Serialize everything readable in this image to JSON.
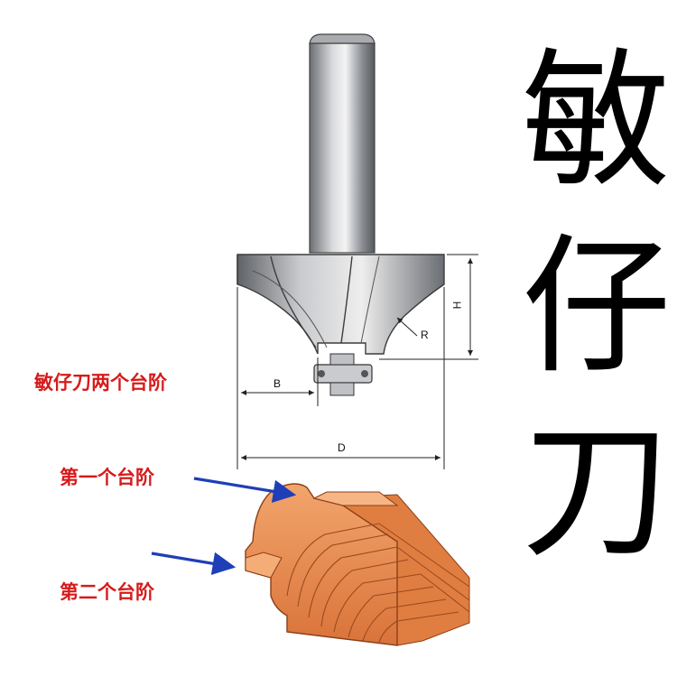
{
  "title_chars": [
    "敏",
    "仔",
    "刀"
  ],
  "labels": {
    "two_steps": "敏仔刀两个台阶",
    "first_step": "第一个台阶",
    "second_step": "第二个台阶"
  },
  "dimensions": {
    "h": "H",
    "r": "R",
    "b": "B",
    "d": "D"
  },
  "colors": {
    "label_red": "#d61b1b",
    "arrow_blue": "#1f3fb8",
    "wood": "#e98a4c"
  }
}
